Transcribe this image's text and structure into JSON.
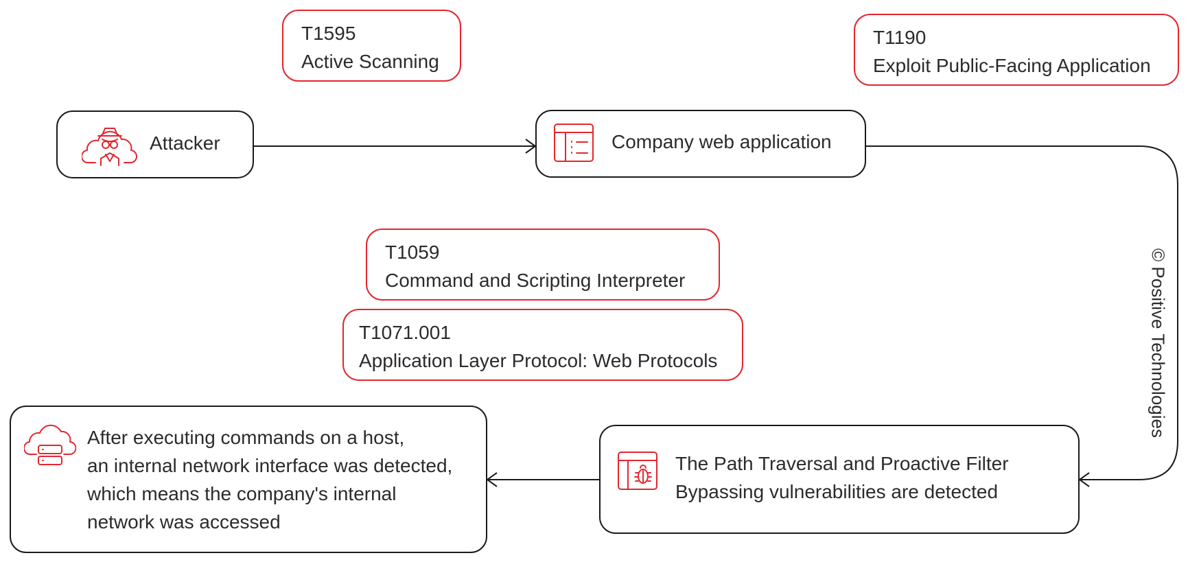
{
  "colors": {
    "accent": "#e3262e",
    "stroke": "#1a1a1a",
    "text": "#2b2b2b"
  },
  "nodes": {
    "attacker": {
      "label": "Attacker",
      "icon": "hacker-cloud-icon"
    },
    "webapp": {
      "label": "Company web application",
      "icon": "web-window-icon"
    },
    "vulns": {
      "lines": [
        "The Path Traversal and Proactive Filter",
        "Bypassing vulnerabilities are detected"
      ],
      "icon": "bug-window-icon"
    },
    "network": {
      "lines": [
        "After executing commands on a host,",
        "an internal network interface was detected,",
        "which means the company's internal",
        "network was accessed"
      ],
      "icon": "server-cloud-icon"
    }
  },
  "techniques": [
    {
      "id": "T1595",
      "name": "Active Scanning"
    },
    {
      "id": "T1190",
      "name": "Exploit Public-Facing Application"
    },
    {
      "id": "T1059",
      "name": "Command and Scripting Interpreter"
    },
    {
      "id": "T1071.001",
      "name": "Application Layer Protocol: Web Protocols"
    }
  ],
  "copyright": "© Positive Technologies"
}
